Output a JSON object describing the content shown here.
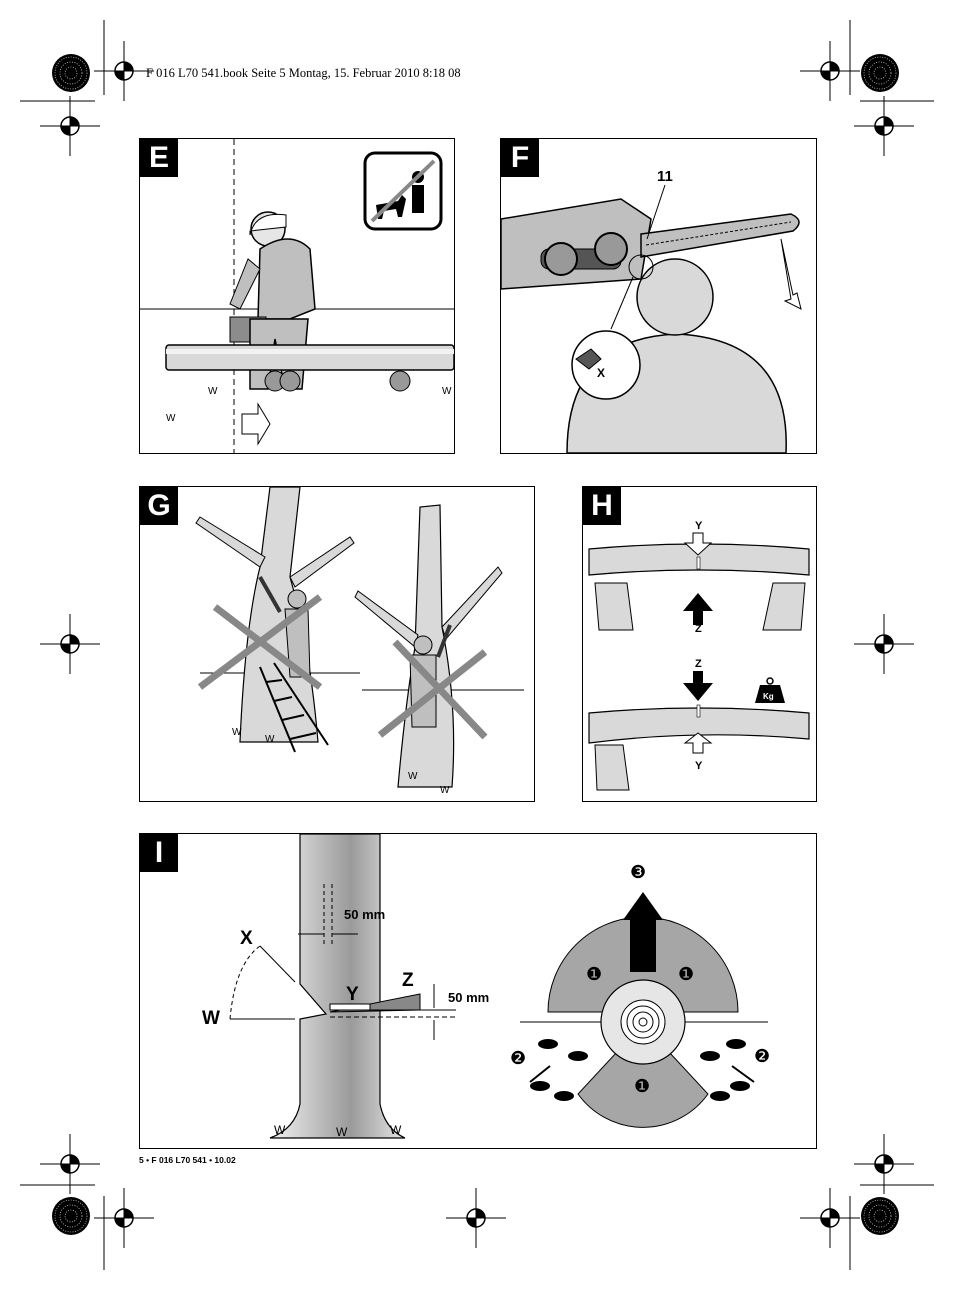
{
  "page": {
    "header": "F 016 L70 541.book  Seite 5  Montag, 15. Februar 2010  8:18 08",
    "footer": "5 • F 016 L70 541 • 10.02"
  },
  "panels": {
    "e": {
      "label": "E"
    },
    "f": {
      "label": "F",
      "callout_11": "11",
      "callout_x": "X"
    },
    "g": {
      "label": "G"
    },
    "h": {
      "label": "H",
      "top_y": "Y",
      "top_z": "Z",
      "bottom_z": "Z",
      "bottom_y": "Y",
      "weight": "Kg"
    },
    "i": {
      "label": "I",
      "dim_top": "50 mm",
      "dim_side": "50 mm",
      "x": "X",
      "w": "W",
      "y": "Y",
      "z": "Z",
      "m1a": "❶",
      "m1b": "❶",
      "m1c": "❶",
      "m2a": "❷",
      "m2b": "❷",
      "m3": "❸"
    }
  },
  "colors": {
    "ink": "#000000",
    "light_gray": "#d9d9d9",
    "mid_gray": "#a6a6a6",
    "dark_gray": "#7a7a7a"
  },
  "icons": [
    "registration-mark-icon",
    "color-wheel-mark-icon",
    "no-bystanders-icon",
    "kg-weight-icon"
  ]
}
